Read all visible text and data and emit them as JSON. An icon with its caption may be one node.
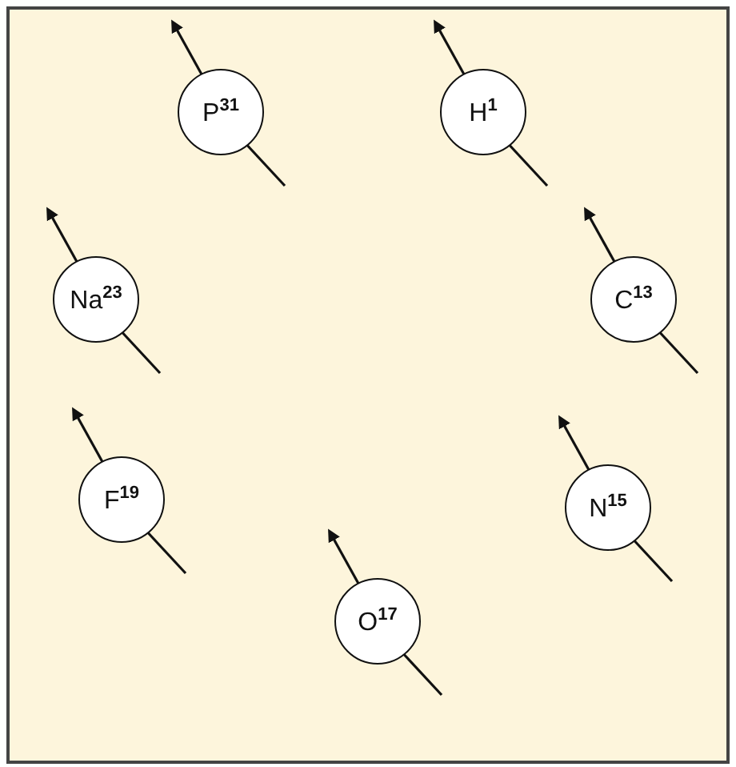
{
  "diagram": {
    "nodes": [
      {
        "text": [
          "P$^{31}$"
        ]
      },
      {
        "text": [
          "H$^{1}$"
        ]
      },
      {
        "text": [
          "Na$^{23}$"
        ]
      },
      {
        "text": [
          "C$^{13}$"
        ]
      },
      {
        "text": [
          "F$^{19}$"
        ]
      },
      {
        "text": [
          "N$^{15}$"
        ]
      },
      {
        "text": [
          "O$^{17}$"
        ]
      }
    ]
  }
}
